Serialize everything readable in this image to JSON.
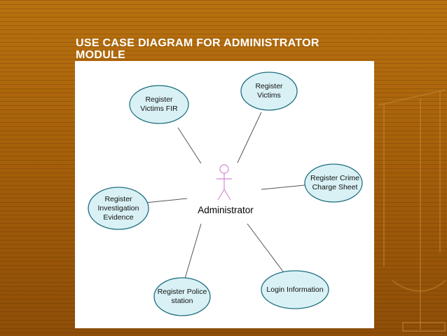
{
  "slide": {
    "title": "USE CASE DIAGRAM FOR ADMINISTRATOR\nMODULE",
    "colors": {
      "background": "#a6600a",
      "panel": "#ffffff",
      "ellipse_fill": "#d9f1f5",
      "ellipse_stroke": "#1f6f80",
      "actor": "#d28ad2"
    }
  },
  "diagram": {
    "actor": {
      "name": "Administrator",
      "icon": "stick-figure-icon"
    },
    "use_cases": [
      {
        "id": "register-victims-fir",
        "label": "Register\nVictims FIR"
      },
      {
        "id": "register-victims",
        "label": "Register\nVictims"
      },
      {
        "id": "register-crime-charge-sheet",
        "label": "Register Crime\nCharge Sheet"
      },
      {
        "id": "register-investigation-evidence",
        "label": "Register\nInvestigation\nEvidence"
      },
      {
        "id": "register-police-station",
        "label": "Register Police\nstation"
      },
      {
        "id": "login-information",
        "label": "Login Information"
      }
    ]
  }
}
